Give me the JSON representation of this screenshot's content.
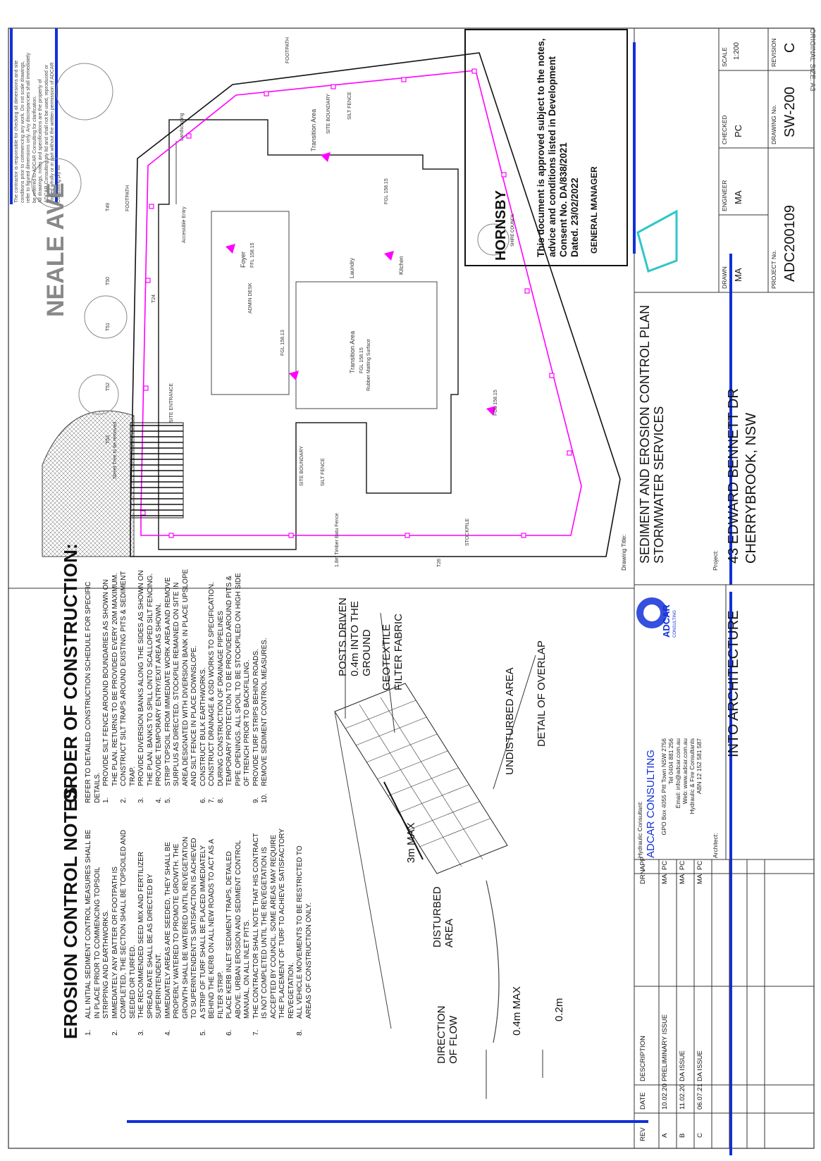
{
  "disclaimer_lines": [
    "The contractor is responsible for checking all dimensions and site",
    "conditions prior to commencing any work. Do not scale drawings,",
    "refer to figured dimensions only. Any discrepancies shall immediately",
    "be referred to ADCAR Consulting for clarification.",
    "All drawings, notes and specifications are the property of",
    "ADCAR Consulting pty ltd and shall not be used, reproduced or",
    "copied wholly or in part without the written permission of ADCAR",
    "Consulting pty ltd"
  ],
  "original_size": "ORIGINAL SIZE: A3",
  "street": "NEALE AVE",
  "plan_labels": {
    "footpath_top": "FOOTPATH",
    "footpath_mid": "FOOTPATH",
    "landscaping": "Landscaping",
    "site_entrance": "SITE ENTRANCE",
    "site_boundary_top": "SITE BOUNDARY",
    "silt_fence_top": "SILT FENCE",
    "site_boundary_bottom": "SITE BOUNDARY",
    "silt_fence_bottom": "SILT FENCE",
    "transition_area": "Transition Area",
    "foyer": "Foyer",
    "laundry": "Laundry",
    "kitchen": "Kitchen",
    "accessible_entry": "Accessible Entry",
    "admin_desk": "ADMIN DESK",
    "fgl_1": "FGL 158.15",
    "fgl_2": "FFL 158.15",
    "fgl_3": "FGL 158.13",
    "fgl_4": "FGL 158.15",
    "fgl_5": "FGL 158.15",
    "stockpile": "STOCKPILE",
    "t49": "T49",
    "t50": "T50",
    "t51": "T51",
    "t52": "T52",
    "t53": "T53",
    "t24": "T24",
    "t26": "T26",
    "timber_fence": "1.8m Timber Batu Fence",
    "rubber_surface": "Rubber Matting Surface",
    "street_tree_note": "Street Tree to be removed"
  },
  "erosion_notes": {
    "title": "EROSION CONTROL NOTES",
    "items": [
      {
        "num": "1.",
        "text": "ALL INITIAL SEDIMENT CONTROL MEASURES SHALL BE IN PLACE PRIOR TO COMMENCING TOPSOIL STRIPPING AND EARTHWORKS."
      },
      {
        "num": "2.",
        "text": "IMMEDIATELY ANY BATTER OR FOOTPATH IS COMPLETED, THE SECTION SHALL BE TOPSOILED AND SEEDED OR TURFED."
      },
      {
        "num": "3.",
        "text": "THE RECOMMENDED SEED MIX AND FERTILIZER SPREAD RATE SHALL BE AS DIRECTED BY SUPERINTENDENT."
      },
      {
        "num": "4.",
        "text": "IMMEDIATELY AREAS ARE SEEDED, THEY SHALL BE PROPERLY WATERED TO PROMOTE GROWTH. THE GROWTH SHALL BE WATERED UNTIL REVEGETATION TO SUPERINTENDENT'S SATISFACTION IS ACHIEVED"
      },
      {
        "num": "5.",
        "text": "A STRIP OF TURF SHALL BE PLACED IMMEDIATELY BEHIND THE KERB ON ALL NEW ROADS TO ACT AS A FILTER STRIP."
      },
      {
        "num": "6.",
        "text": "PLACE KERB INLET SEDIMENT TRAPS, DETAILED ABOVE. URBAN EROSION AND SEDIMENT CONTROL MANUAL, ON ALL INLET PITS."
      },
      {
        "num": "7.",
        "text": "THE CONTRACTOR SHALL NOTE THAT HIS CONTRACT IS NOT COMPLETED UNTIL THE REVEGETATION IS ACCEPTED BY COUNCIL. SOME AREAS MAY REQUIRE THE PLACEMENT OF TURF TO ACHIEVE SATISFACTORY REVEGETATION."
      },
      {
        "num": "8.",
        "text": "ALL VEHICLE MOVEMENTS TO BE RESTRICTED TO AREAS OF CONSTRUCTION ONLY."
      }
    ]
  },
  "order_notes": {
    "title": "ORDER OF CONSTRUCTION:",
    "intro": "REFER TO DETAILED CONSTRUCTION SCHEDULE FOR SPECIFIC DETAILS.",
    "items": [
      {
        "num": "1.",
        "text": "PROVIDE SILT FENCE AROUND BOUNDARIES AS SHOWN ON THE PLAN. RETURNS TO BE PROVIDED EVERY 20m MAXIMUM."
      },
      {
        "num": "2.",
        "text": "CONSTRUCT SILT TRAPS AROUND EXISTING PITS & SEDIMENT TRAP."
      },
      {
        "num": "3.",
        "text": "PROVIDE DIVERSION BANKS ALONG THE SIDES AS SHOWN ON THE PLAN. BANKS TO SPILL ONTO SCALLOPED SILT FENCING."
      },
      {
        "num": "4.",
        "text": "PROVIDE TEMPORARY ENTRY/EXIT AREA AS SHOWN."
      },
      {
        "num": "5.",
        "text": "STRIP TOPSOIL FROM IMMEDIATE WORK AREA AND REMOVE SURPLUS AS DIRECTED. STOCKPILE REMAINED ON SITE IN AREA DESIGNATED WITH DIVERSION BANK IN PLACE UPSLOPE AND SILT FENCE IN PLACE DOWNSLOPE."
      },
      {
        "num": "6.",
        "text": "CONSTRUCT BULK EARTHWORKS."
      },
      {
        "num": "7.",
        "text": "CONSTRUCT DRAINAGE & OSD WORKS TO SPECIFICATION."
      },
      {
        "num": "8.",
        "text": "DURING CONSTRUCTION OF DRAINAGE PIPELINES TEMPORARY PROTECTION TO BE PROVIDED AROUND PITS & PIPE OPENINGS. ALL SPOIL TO BE STOCKPILED ON HIGH SIDE OF TRENCH PRIOR TO BACKFILLING."
      },
      {
        "num": "9.",
        "text": "PROVIDE TURF STRIPS BEHIND ROADS."
      },
      {
        "num": "10.",
        "text": "REMOVE SEDIMENT CONTROL MEASURES."
      }
    ]
  },
  "detail": {
    "posts": "POSTS DRIVEN 0.4m INTO THE GROUND",
    "geotextile": "GEOTEXTILE FILTER FABRIC",
    "undisturbed": "UNDISTURBED AREA",
    "overlap": "DETAIL OF OVERLAP",
    "max3m": "3m MAX",
    "disturbed": "DISTURBED AREA",
    "direction": "DIRECTION OF FLOW",
    "max04": "0.4m MAX",
    "m02": "0.2m"
  },
  "approval": {
    "lines": [
      "This document is approved subject to the notes,",
      "advice and conditions listed in Development",
      "Consent No. DA/838/2021",
      "Dated. 23/02/2022"
    ],
    "signatory": "GENERAL MANAGER",
    "council": "HORNSBY",
    "council_sub": "SHIRE COUNCIL"
  },
  "title_block": {
    "drawing_title_label": "Drawing Title:",
    "drawing_title_1": "SEDIMENT AND EROSION CONTROL PLAN",
    "drawing_title_2": "STORMWATER SERVICES",
    "project_label": "Project:",
    "project_1": "43 EDWARD BENNETT DR",
    "project_2": "CHERRYBROOK, NSW",
    "drawn_label": "DRAWN",
    "drawn": "MA",
    "engineer_label": "ENGINEER",
    "engineer": "MA",
    "checked_label": "CHECKED",
    "checked": "PC",
    "scale_label": "SCALE",
    "scale": "1:200",
    "project_no_label": "PROJECT No.",
    "project_no": "ADC200109",
    "drawing_no_label": "DRAWING No.",
    "drawing_no": "SW-200",
    "revision_label": "REVISION",
    "revision": "C",
    "consultant_label": "Hydraulic Consultant:",
    "consultant_name": "ADCAR CONSULTING",
    "consultant_lines": [
      "GPO Box 4055 Pitt Town NSW 2756",
      "Tel 0404 881 256",
      "Email: info@adcar.com.au",
      "Web: www.adcar.com.au",
      "Hydraulic & Fire Consultants",
      "ABN 12 152 581 587"
    ],
    "logo_text": "ADCAR",
    "logo_sub": "CONSULTING",
    "architect_label": "Architect:",
    "architect": "INTO ARCHITECTURE"
  },
  "revisions": {
    "headers": [
      "REV",
      "DATE",
      "DESCRIPTION",
      "DRN",
      "APP"
    ],
    "rows": [
      [
        "A",
        "10.02.20",
        "PRELIMINARY ISSUE",
        "MA",
        "PC"
      ],
      [
        "B",
        "11.02.20",
        "DA ISSUE",
        "MA",
        "PC"
      ],
      [
        "C",
        "06.07.21",
        "DA ISSUE",
        "MA",
        "PC"
      ]
    ]
  },
  "colors": {
    "silt_fence": "#ff00ff",
    "title_block_accent": "#1230d8",
    "logo_teal": "#2ec6c8",
    "linework": "#222222"
  }
}
